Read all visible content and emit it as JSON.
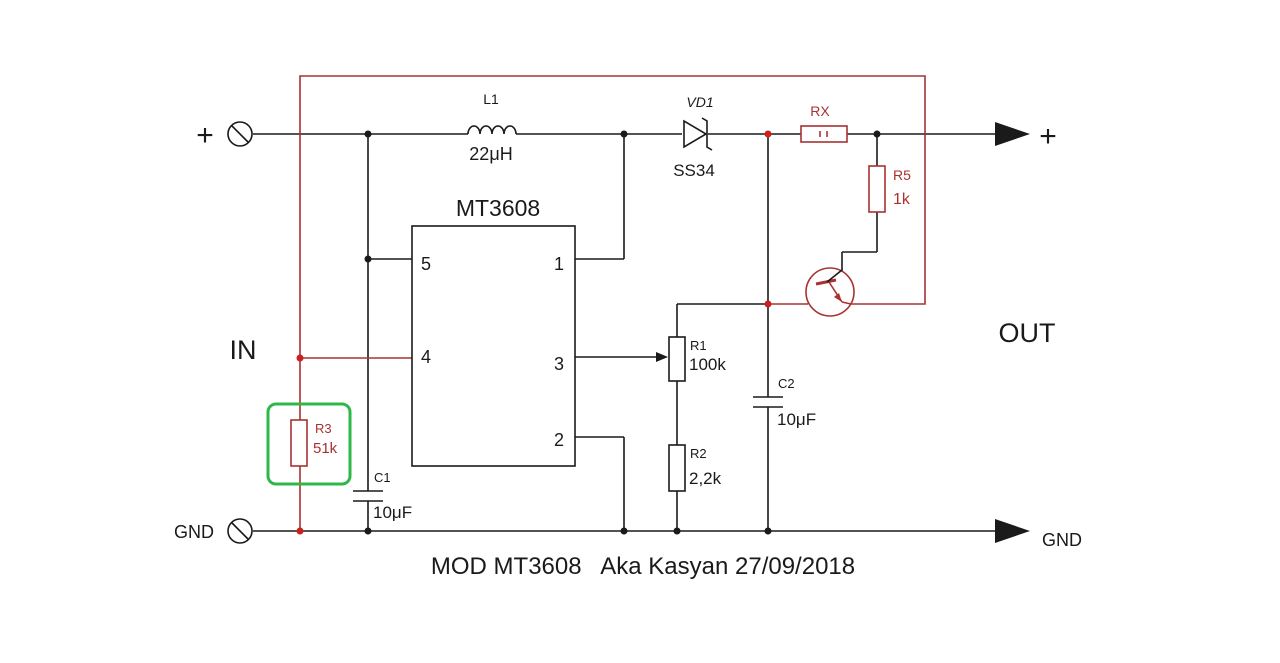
{
  "colors": {
    "wire": "#1a1a1a",
    "accent": "#a83232",
    "highlight": "#2fb84a",
    "background": "#ffffff"
  },
  "terminals": {
    "plus_in": "+",
    "plus_out": "+",
    "gnd_in": "GND",
    "gnd_out": "GND"
  },
  "labels": {
    "in": "IN",
    "out": "OUT",
    "footer": "MOD MT3608   Aka Kasyan 27/09/2018"
  },
  "ic": {
    "name": "MT3608",
    "pins": [
      "5",
      "1",
      "4",
      "3",
      "2"
    ]
  },
  "components": {
    "l1": {
      "ref": "L1",
      "value": "22μH"
    },
    "vd1": {
      "ref": "VD1",
      "value": "SS34"
    },
    "rx": {
      "ref": "RX"
    },
    "r5": {
      "ref": "R5",
      "value": "1k"
    },
    "r1": {
      "ref": "R1",
      "value": "100k"
    },
    "r2": {
      "ref": "R2",
      "value": "2,2k"
    },
    "r3": {
      "ref": "R3",
      "value": "51k"
    },
    "c1": {
      "ref": "C1",
      "value": "10μF"
    },
    "c2": {
      "ref": "C2",
      "value": "10μF"
    }
  }
}
